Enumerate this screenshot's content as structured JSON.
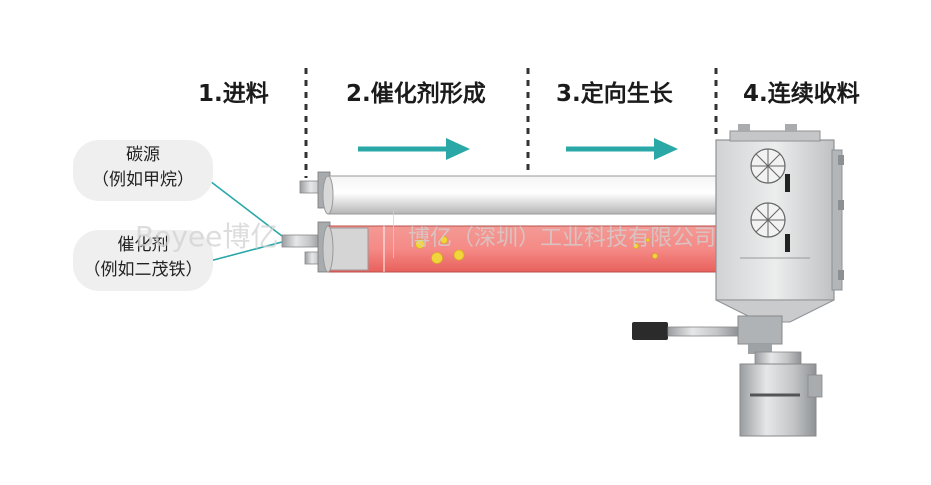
{
  "steps": [
    {
      "label": "1.进料"
    },
    {
      "label": "2.催化剂形成"
    },
    {
      "label": "3.定向生长"
    },
    {
      "label": "4.连续收料"
    }
  ],
  "inputs": {
    "carbon": {
      "line1": "碳源",
      "line2": "（例如甲烷）"
    },
    "catalyst": {
      "line1": "催化剂",
      "line2": "（例如二茂铁）"
    }
  },
  "watermark": {
    "brand": "Boyee博亿",
    "company": "博亿（深圳）工业科技有限公司"
  },
  "colors": {
    "arrow": "#2aa8a8",
    "reaction_tube": "#f07a78",
    "particle": "#f2d53c",
    "equipment": "#b9bcbf"
  }
}
